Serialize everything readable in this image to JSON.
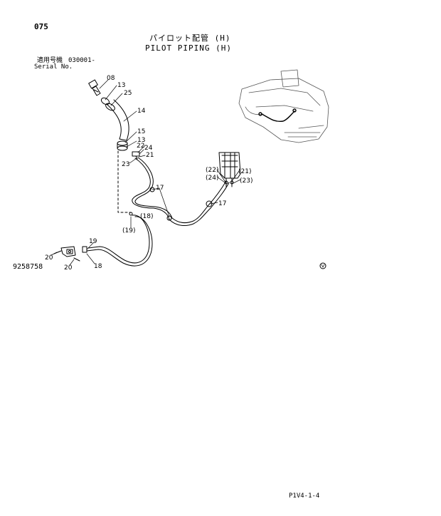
{
  "page": {
    "number": "075",
    "title_jp": "パイロット配管 (H)",
    "title_en": "PILOT PIPING (H)",
    "serial_label_jp": "適用号機",
    "serial_value": "030001-",
    "serial_label_en": "Serial No.",
    "drawing_number": "9258758",
    "footer_code": "P1V4-1-4"
  },
  "callouts": {
    "c08": "08",
    "c13a": "13",
    "c25": "25",
    "c14": "14",
    "c15": "15",
    "c13b": "13",
    "c22": "22",
    "c24": "24",
    "c21": "21",
    "c23": "23",
    "c17a": "17",
    "c18p": "(18)",
    "c19p": "(19)",
    "c19": "19",
    "c20a": "20",
    "c20b": "20",
    "c18": "18",
    "c22p": "(22)",
    "c24p": "(24)",
    "c21p": "(21)",
    "c23p": "(23)",
    "c17b": "17"
  }
}
